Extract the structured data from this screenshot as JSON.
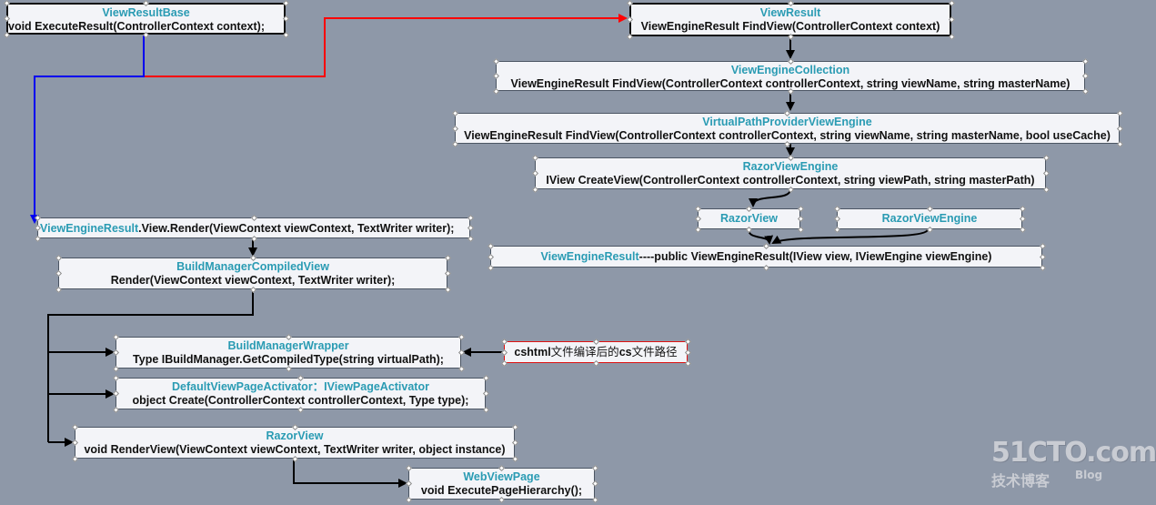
{
  "boxes": {
    "view_result_base": {
      "title": "ViewResultBase",
      "sig": "void ExecuteResult(ControllerContext context);"
    },
    "view_result": {
      "title": "ViewResult",
      "sig": "ViewEngineResult FindView(ControllerContext context)"
    },
    "view_engine_collection": {
      "title": "ViewEngineCollection",
      "sig": "ViewEngineResult FindView(ControllerContext controllerContext, string viewName, string masterName)"
    },
    "virtual_path_provider": {
      "title": "VirtualPathProviderViewEngine",
      "sig": "ViewEngineResult FindView(ControllerContext controllerContext, string viewName, string masterName, bool useCache)"
    },
    "razor_view_engine_create": {
      "title": "RazorViewEngine",
      "sig": "IView CreateView(ControllerContext controllerContext, string viewPath, string masterPath)"
    },
    "razor_view_small": {
      "title": "RazorView"
    },
    "razor_view_engine_small": {
      "title": "RazorViewEngine"
    },
    "view_engine_result_ctor": {
      "title": "ViewEngineResult",
      "sig": "----public ViewEngineResult(IView view, IViewEngine viewEngine)"
    },
    "view_render": {
      "title": "ViewEngineResult",
      "sig": ".View.Render(ViewContext viewContext, TextWriter writer);"
    },
    "build_manager_compiled_view": {
      "title": "BuildManagerCompiledView",
      "sig": "Render(ViewContext viewContext, TextWriter writer);"
    },
    "build_manager_wrapper": {
      "title": "BuildManagerWrapper",
      "sig": "Type IBuildManager.GetCompiledType(string virtualPath);"
    },
    "default_view_page_activator": {
      "title": "DefaultViewPageActivator：IViewPageActivator",
      "sig": "object Create(ControllerContext controllerContext, Type type);"
    },
    "razor_view_render": {
      "title": "RazorView",
      "sig": "void RenderView(ViewContext viewContext, TextWriter writer, object instance)"
    },
    "web_view_page": {
      "title": "WebViewPage",
      "sig": "void ExecutePageHierarchy();"
    },
    "cshtml_note": {
      "part1": "cshtml",
      "part2": "文件编译后的",
      "part3": "cs",
      "part4": "文件路径"
    }
  },
  "watermark": {
    "brand": "51CTO.com",
    "sub": "技术博客",
    "blog": "Blog"
  },
  "colors": {
    "accent": "#2a9bb3",
    "red_wire": "#ff0000",
    "blue_wire": "#0000ee",
    "background": "#8e98a8"
  }
}
